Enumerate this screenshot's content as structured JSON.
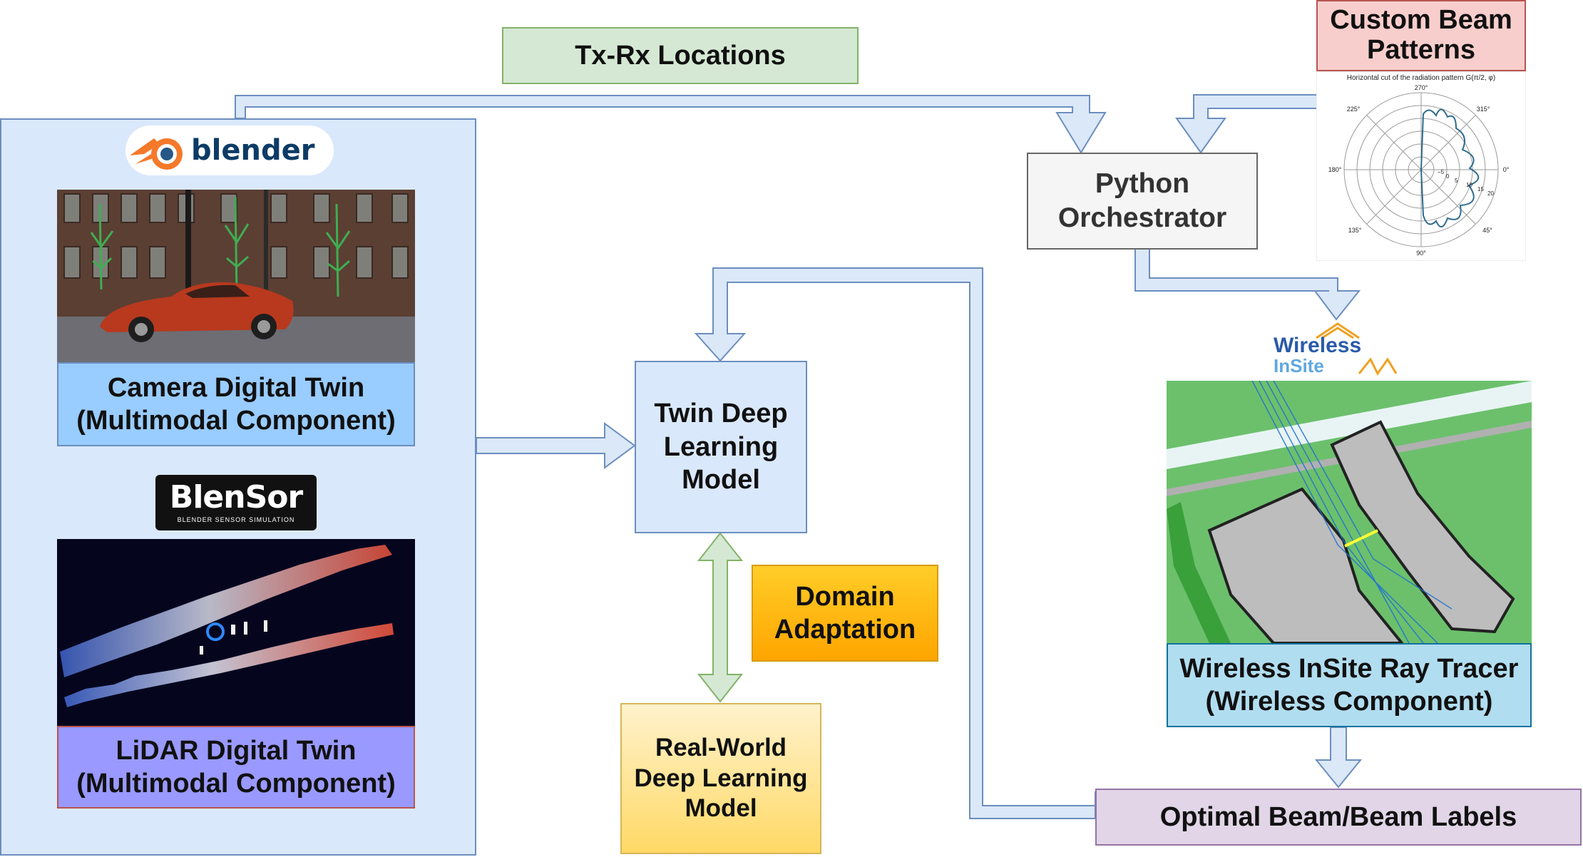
{
  "labels": {
    "tx_rx": "Tx-Rx Locations",
    "custom_beam": "Custom Beam Patterns",
    "python_line1": "Python",
    "python_line2": "Orchestrator",
    "twin_line1": "Twin Deep",
    "twin_line2": "Learning",
    "twin_line3": "Model",
    "domain_line1": "Domain",
    "domain_line2": "Adaptation",
    "real_line1": "Real-World",
    "real_line2": "Deep Learning",
    "real_line3": "Model",
    "camera_line1": "Camera Digital Twin",
    "camera_line2": "(Multimodal Component)",
    "lidar_line1": "LiDAR Digital Twin",
    "lidar_line2": "(Multimodal Component)",
    "wireless_line1": "Wireless InSite Ray Tracer",
    "wireless_line2": "(Wireless Component)",
    "optimal": "Optimal Beam/Beam Labels"
  },
  "logos": {
    "blender": "blender",
    "blensor": "BlenSor",
    "blensor_sub": "BLENDER SENSOR SIMULATION",
    "wireless_top": "Wireless",
    "wireless_bottom": "InSite"
  },
  "polar_plot": {
    "title": "Horizontal cut of the radiation pattern G(π/2, φ)",
    "angle_labels": [
      "270°",
      "315°",
      "0°",
      "45°",
      "90°",
      "135°",
      "180°",
      "225°"
    ],
    "radial_labels": [
      "−5",
      "0",
      "5",
      "10",
      "15",
      "20"
    ]
  },
  "colors": {
    "arrow_fill": "#dbe8f8",
    "arrow_stroke": "#6c8ebf",
    "green_arrow_fill": "#d5e8d4",
    "green_arrow_stroke": "#82b366",
    "panel_fill": "#dae8fc",
    "camera_label": "#99ccff",
    "lidar_label": "#9999ff",
    "wireless_label": "#b1ddf0",
    "tx_rx_fill": "#d5e8d4",
    "custom_fill": "#f8cecc",
    "python_fill": "#f5f5f5",
    "optimal_fill": "#e1d5e7",
    "domain_fill": "#ffcd28",
    "real_fill": "#fff2cc"
  }
}
